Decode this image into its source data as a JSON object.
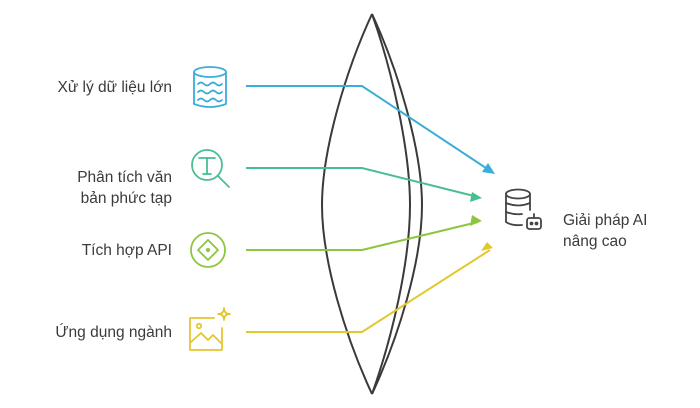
{
  "inputs": [
    {
      "label": "Xử lý dữ liệu lớn",
      "icon": "database-waves-icon",
      "color": "#3aaed8"
    },
    {
      "label": "Phân tích văn\nbản phức tạp",
      "icon": "text-search-icon",
      "color": "#48bf91"
    },
    {
      "label": "Tích hợp API",
      "icon": "api-integration-icon",
      "color": "#8cc63f"
    },
    {
      "label": "Ứng dụng ngành",
      "icon": "image-sparkle-icon",
      "color": "#e3c72f"
    }
  ],
  "output": {
    "label": "Giải pháp AI\nnâng cao",
    "icon": "database-bot-icon",
    "color": "#444444"
  },
  "lens": {
    "stroke": "#3a3a3a"
  }
}
